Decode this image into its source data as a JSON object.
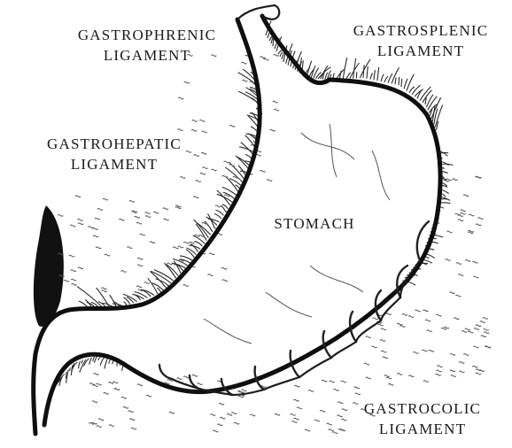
{
  "labels": {
    "gastrophrenic": [
      "GASTROPHRENIC",
      "LIGAMENT"
    ],
    "gastrosplenic": [
      "GASTROSPLENIC",
      "LIGAMENT"
    ],
    "gastrohepatic": [
      "GASTROHEPATIC",
      "LIGAMENT"
    ],
    "stomach": "STOMACH",
    "gastrocolic": [
      "GASTROCOLIC",
      "LIGAMENT"
    ]
  },
  "colors": {
    "ink": "#0f0f0f",
    "background": "#ffffff"
  }
}
